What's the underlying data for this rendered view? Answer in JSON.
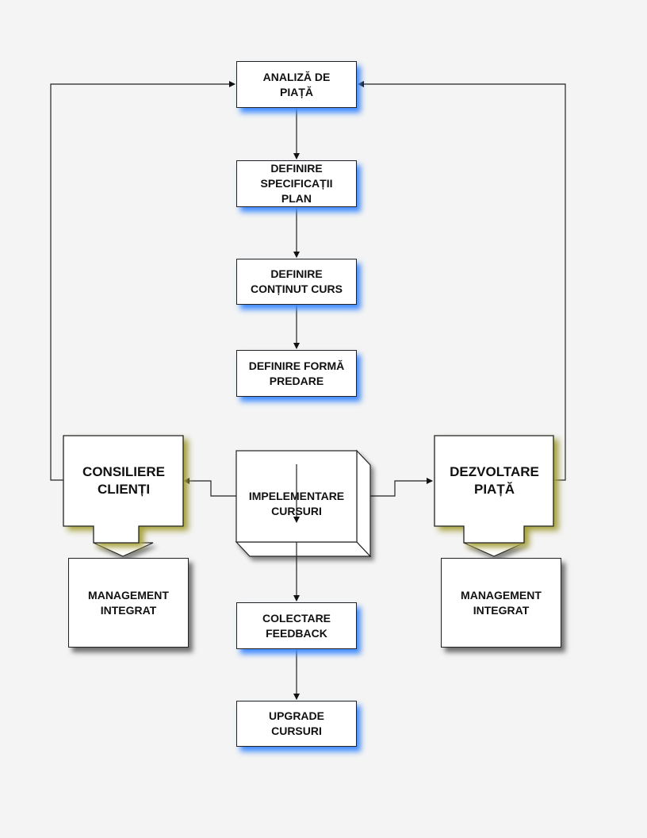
{
  "nodes": {
    "analiza": "ANALIZĂ DE\nPIAȚĂ",
    "specificatii": "DEFINIRE\nSPECIFICAȚII\nPLAN",
    "continut": "DEFINIRE\nCONȚINUT CURS",
    "forma": "DEFINIRE FORMĂ\nPREDARE",
    "consiliere": "CONSILIERE\nCLIENȚI",
    "implementare": "IMPELEMENTARE\nCURSURI",
    "dezvoltare": "DEZVOLTARE\nPIAȚĂ",
    "management_left": "MANAGEMENT\nINTEGRAT",
    "management_right": "MANAGEMENT\nINTEGRAT",
    "colectare": "COLECTARE\nFEEDBACK",
    "upgrade": "UPGRADE\nCURSURI"
  },
  "colors": {
    "background": "#f4f4f4",
    "box_fill": "#ffffff",
    "stroke": "#222222",
    "glow_blue": "#3f8bff",
    "glow_olive": "#a6a13b"
  }
}
